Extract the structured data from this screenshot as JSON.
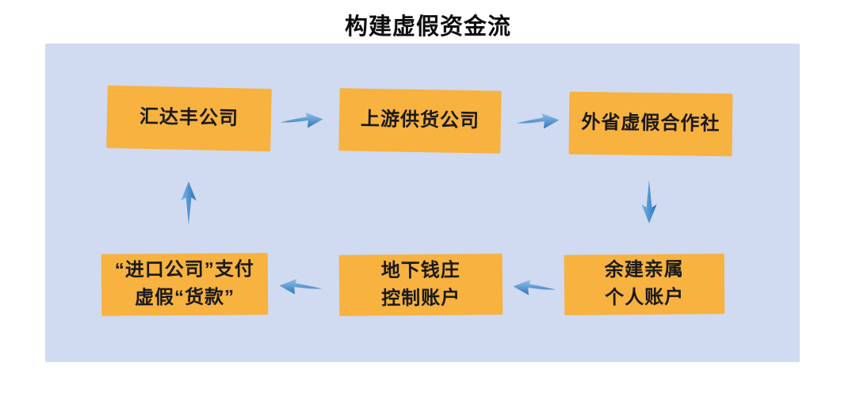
{
  "title": "构建虚假资金流",
  "diagram": {
    "nodes": [
      {
        "id": "node-1",
        "label": "汇达丰公司"
      },
      {
        "id": "node-2",
        "label": "上游供货公司"
      },
      {
        "id": "node-3",
        "label": "外省虚假合作社"
      },
      {
        "id": "node-4",
        "label": "余建亲属\n个人账户"
      },
      {
        "id": "node-5",
        "label": "地下钱庄\n控制账户"
      },
      {
        "id": "node-6",
        "label": "“进口公司”支付\n虚假“货款”"
      }
    ],
    "edges": [
      {
        "from": "node-1",
        "to": "node-2",
        "direction": "right"
      },
      {
        "from": "node-2",
        "to": "node-3",
        "direction": "right"
      },
      {
        "from": "node-3",
        "to": "node-4",
        "direction": "down"
      },
      {
        "from": "node-4",
        "to": "node-5",
        "direction": "left"
      },
      {
        "from": "node-5",
        "to": "node-6",
        "direction": "left"
      },
      {
        "from": "node-6",
        "to": "node-1",
        "direction": "up"
      }
    ],
    "colors": {
      "panel_bg": "#d0daf0",
      "node_bg": "#f7b23f",
      "node_text": "#1a1a1a",
      "title_text": "#0d0d0d",
      "arrow_light": "#8ec3ec",
      "arrow_dark": "#2f74b8"
    }
  }
}
